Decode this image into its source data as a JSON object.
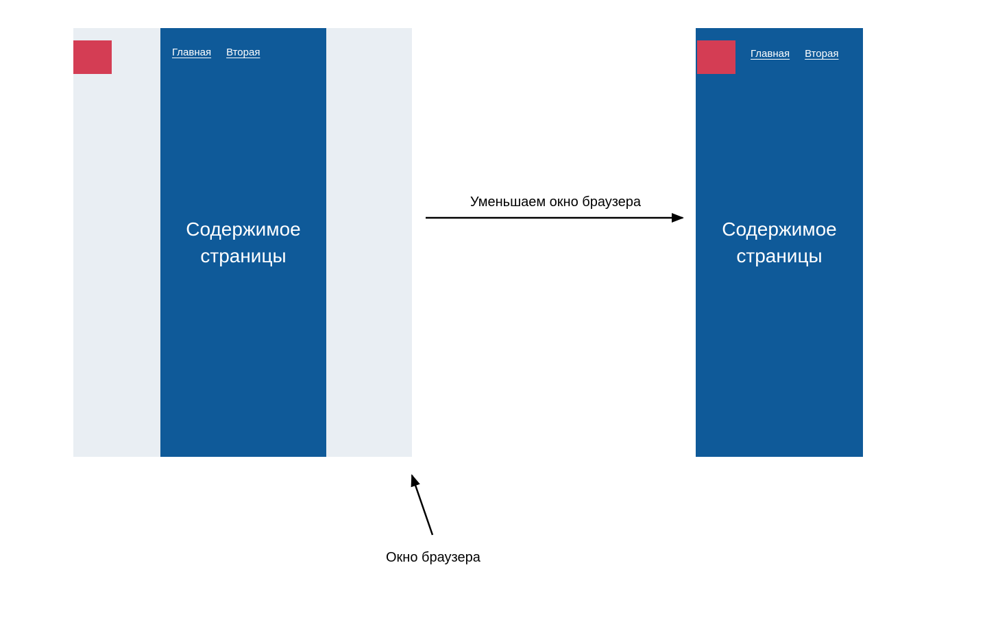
{
  "colors": {
    "window_bg": "#e9eef3",
    "content_bg": "#0f5a99",
    "logo_red": "#d43d54",
    "link_color": "#ffffff",
    "annotation_color": "#000000",
    "canvas_bg": "#ffffff"
  },
  "wide_window": {
    "nav": [
      {
        "label": "Главная"
      },
      {
        "label": "Вторая"
      }
    ],
    "content": {
      "line1": "Содержимое",
      "line2": "страницы"
    }
  },
  "narrow_window": {
    "nav": [
      {
        "label": "Главная"
      },
      {
        "label": "Вторая"
      }
    ],
    "content": {
      "line1": "Содержимое",
      "line2": "страницы"
    }
  },
  "annotations": {
    "transition_label": "Уменьшаем окно браузера",
    "window_label": "Окно браузера"
  }
}
